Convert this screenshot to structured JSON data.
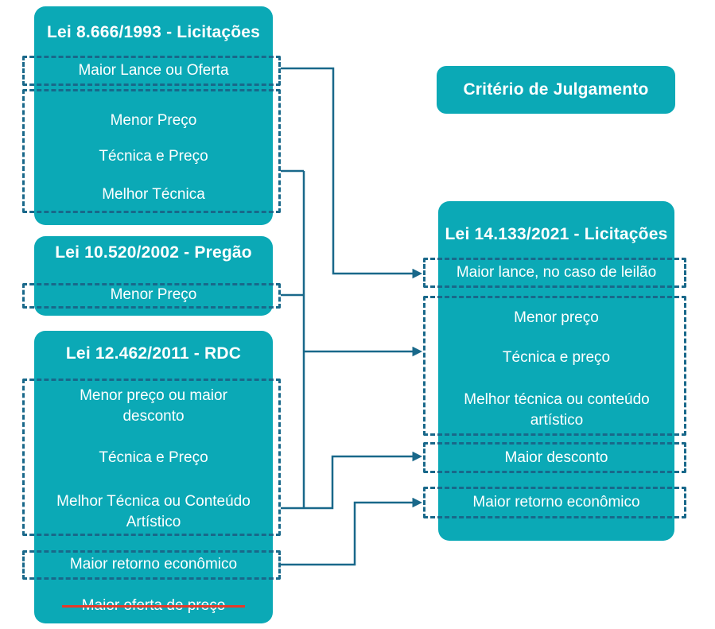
{
  "colors": {
    "box_fill": "#0ba9b6",
    "connector": "#19688a",
    "strike": "#e43a2a",
    "text": "#ffffff"
  },
  "header": {
    "criterio": "Critério de Julgamento"
  },
  "lei8666": {
    "title": "Lei 8.666/1993 - Licitações",
    "item_lance": "Maior Lance ou Oferta",
    "item_menor": "Menor Preço",
    "item_tecnica_preco": "Técnica e Preço",
    "item_melhor_tecnica": "Melhor Técnica"
  },
  "lei10520": {
    "title": "Lei 10.520/2002 - Pregão",
    "item_menor": "Menor Preço"
  },
  "lei12462": {
    "title": "Lei 12.462/2011 - RDC",
    "item_menor_desconto": "Menor preço ou maior desconto",
    "item_tecnica_preco": "Técnica e Preço",
    "item_melhor_conteudo": "Melhor Técnica ou Conteúdo Artístico",
    "item_retorno": "Maior retorno econômico",
    "item_oferta_riscado": "Maior oferta de preço"
  },
  "lei14133": {
    "title": "Lei 14.133/2021 - Licitações",
    "item_lance_leilao": "Maior lance, no caso de leilão",
    "item_menor": "Menor preço",
    "item_tecnica_preco": "Técnica e preço",
    "item_melhor_conteudo": "Melhor técnica ou conteúdo artístico",
    "item_desconto": "Maior desconto",
    "item_retorno": "Maior retorno econômico"
  }
}
